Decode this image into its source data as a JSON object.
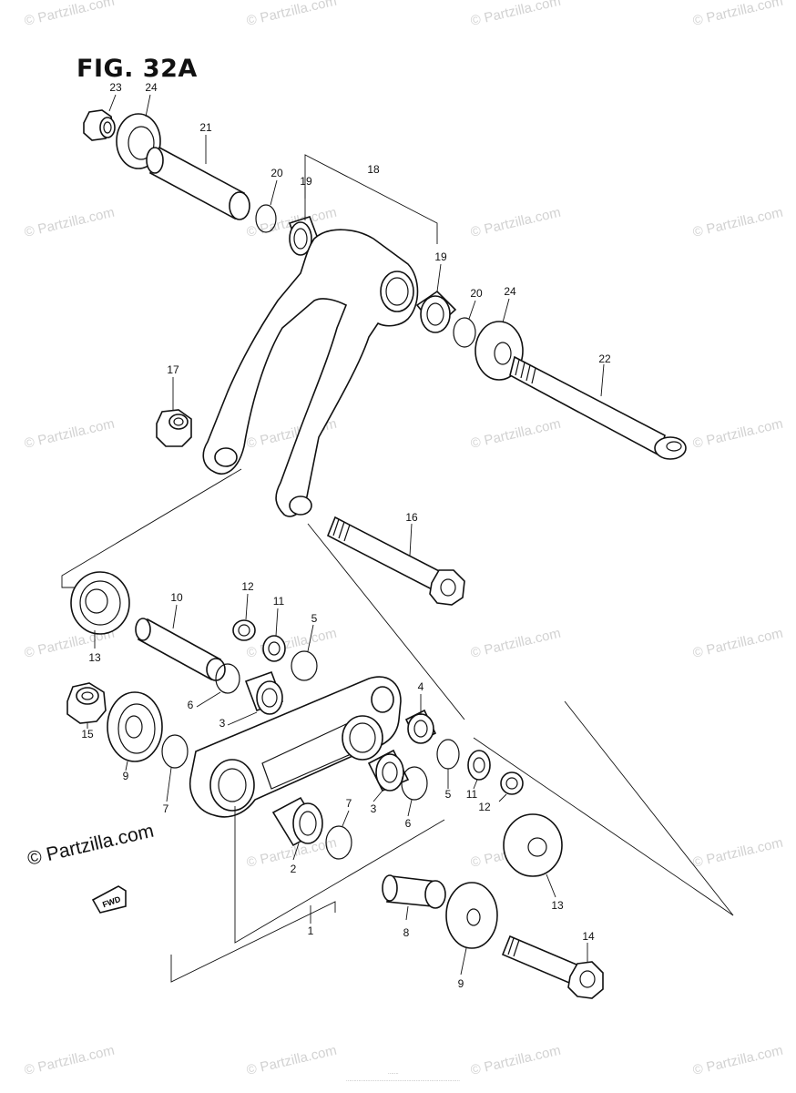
{
  "figure": {
    "title": "FIG. 32A"
  },
  "watermark": {
    "text": "© Partzilla.com",
    "big_text": "© Partzilla.com"
  },
  "fwd": {
    "label": "FWD"
  },
  "callouts": [
    {
      "id": "c23",
      "label": "23"
    },
    {
      "id": "c24a",
      "label": "24"
    },
    {
      "id": "c21",
      "label": "21"
    },
    {
      "id": "c20a",
      "label": "20"
    },
    {
      "id": "c19a",
      "label": "19"
    },
    {
      "id": "c18",
      "label": "18"
    },
    {
      "id": "c19b",
      "label": "19"
    },
    {
      "id": "c20b",
      "label": "20"
    },
    {
      "id": "c24b",
      "label": "24"
    },
    {
      "id": "c22",
      "label": "22"
    },
    {
      "id": "c17",
      "label": "17"
    },
    {
      "id": "c16",
      "label": "16"
    },
    {
      "id": "c13a",
      "label": "13"
    },
    {
      "id": "c10",
      "label": "10"
    },
    {
      "id": "c12a",
      "label": "12"
    },
    {
      "id": "c11a",
      "label": "11"
    },
    {
      "id": "c5a",
      "label": "5"
    },
    {
      "id": "c6a",
      "label": "6"
    },
    {
      "id": "c3a",
      "label": "3"
    },
    {
      "id": "c4",
      "label": "4"
    },
    {
      "id": "c15",
      "label": "15"
    },
    {
      "id": "c9a",
      "label": "9"
    },
    {
      "id": "c7a",
      "label": "7"
    },
    {
      "id": "c3b",
      "label": "3"
    },
    {
      "id": "c6b",
      "label": "6"
    },
    {
      "id": "c5b",
      "label": "5"
    },
    {
      "id": "c11b",
      "label": "11"
    },
    {
      "id": "c12b",
      "label": "12"
    },
    {
      "id": "c7b",
      "label": "7"
    },
    {
      "id": "c2",
      "label": "2"
    },
    {
      "id": "c13b",
      "label": "13"
    },
    {
      "id": "c1",
      "label": "1"
    },
    {
      "id": "c8",
      "label": "8"
    },
    {
      "id": "c14",
      "label": "14"
    },
    {
      "id": "c9b",
      "label": "9"
    }
  ]
}
